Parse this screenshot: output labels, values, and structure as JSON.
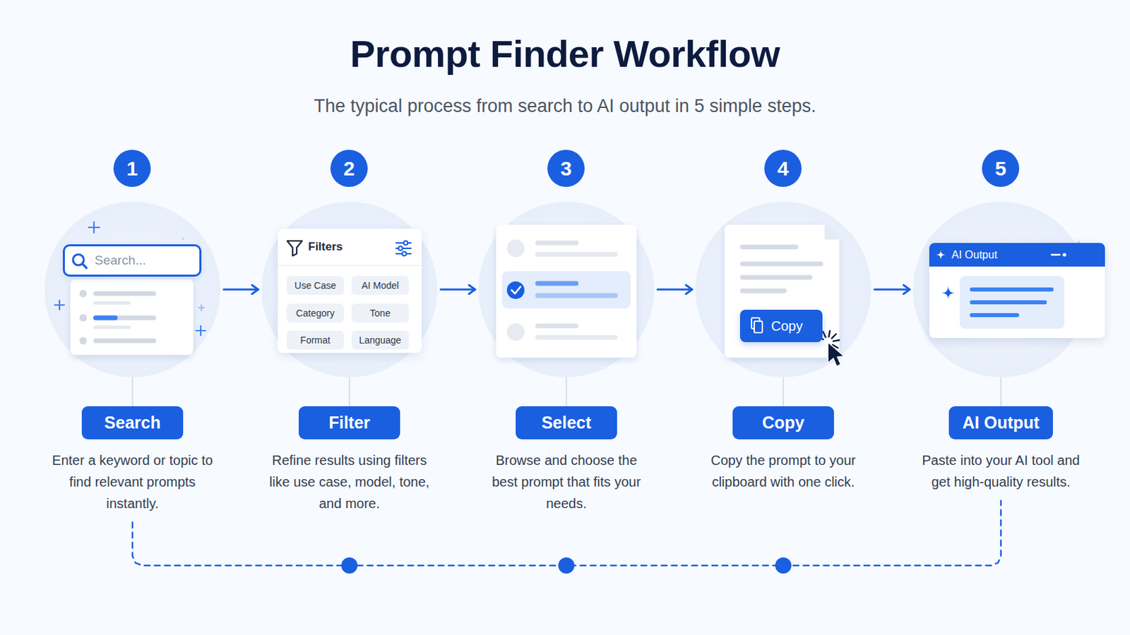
{
  "diagram": {
    "title": "Prompt Finder Workflow",
    "nodes": [
      {
        "text": [
          "1",
          "Search",
          "Enter a keyword or topic to find relevant prompts instantly."
        ]
      },
      {
        "text": [
          "Search..."
        ],
        "in": 0
      },
      {
        "text": [
          "2",
          "Filter",
          "Refine results using filters like use case, model, tone, and more."
        ]
      },
      {
        "text": [
          "Filters"
        ],
        "in": 2
      },
      {
        "text": [
          "Use Case"
        ],
        "in": 3
      },
      {
        "text": [
          "AI Model"
        ],
        "in": 3
      },
      {
        "text": [
          "Category"
        ],
        "in": 3
      },
      {
        "text": [
          "Tone"
        ],
        "in": 3
      },
      {
        "text": [
          "Format"
        ],
        "in": 3
      },
      {
        "text": [
          "Language"
        ],
        "in": 3
      },
      {
        "text": [
          "3",
          "Select",
          "Browse and choose the best prompt that fits your needs."
        ]
      },
      {
        "text": [
          "4",
          "Copy",
          "Copy the prompt to your clipboard with one click."
        ]
      },
      {
        "text": [
          "Copy"
        ],
        "in": 11
      },
      {
        "text": [
          "5",
          "AI Output",
          "Paste into your AI tool and get high-quality results."
        ]
      },
      {
        "text": [
          "AI Output"
        ],
        "in": 13
      }
    ],
    "edges": [
      {
        "from": 0,
        "to": 2,
        "arrow": "to"
      },
      {
        "from": 2,
        "to": 10,
        "arrow": "to"
      },
      {
        "from": 10,
        "to": 11,
        "arrow": "to"
      },
      {
        "from": 11,
        "to": 13,
        "arrow": "to"
      },
      {
        "from": 0,
        "to": 13,
        "arrow": "none"
      }
    ],
    "labels": [
      "The typical process from search to AI output in 5 simple steps."
    ]
  }
}
